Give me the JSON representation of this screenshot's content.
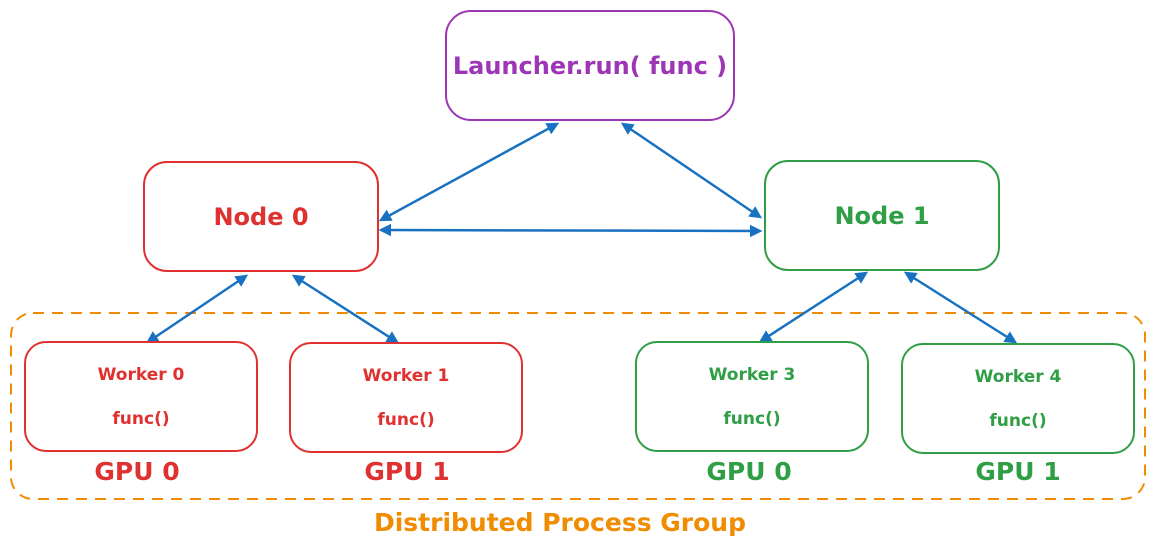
{
  "diagram": {
    "launcher": {
      "label": "Launcher.run( func )"
    },
    "nodes": [
      {
        "label": "Node 0"
      },
      {
        "label": "Node 1"
      }
    ],
    "workers": [
      {
        "label": "Worker 0",
        "func": "func()",
        "gpu": "GPU 0"
      },
      {
        "label": "Worker 1",
        "func": "func()",
        "gpu": "GPU 1"
      },
      {
        "label": "Worker 3",
        "func": "func()",
        "gpu": "GPU 0"
      },
      {
        "label": "Worker 4",
        "func": "func()",
        "gpu": "GPU 1"
      }
    ],
    "group": {
      "label": "Distributed Process Group"
    },
    "colors": {
      "launcher": "#9c36b5",
      "node0": "#e03131",
      "node1": "#2f9e44",
      "group": "#f08c00",
      "connector": "#1971c2"
    }
  }
}
